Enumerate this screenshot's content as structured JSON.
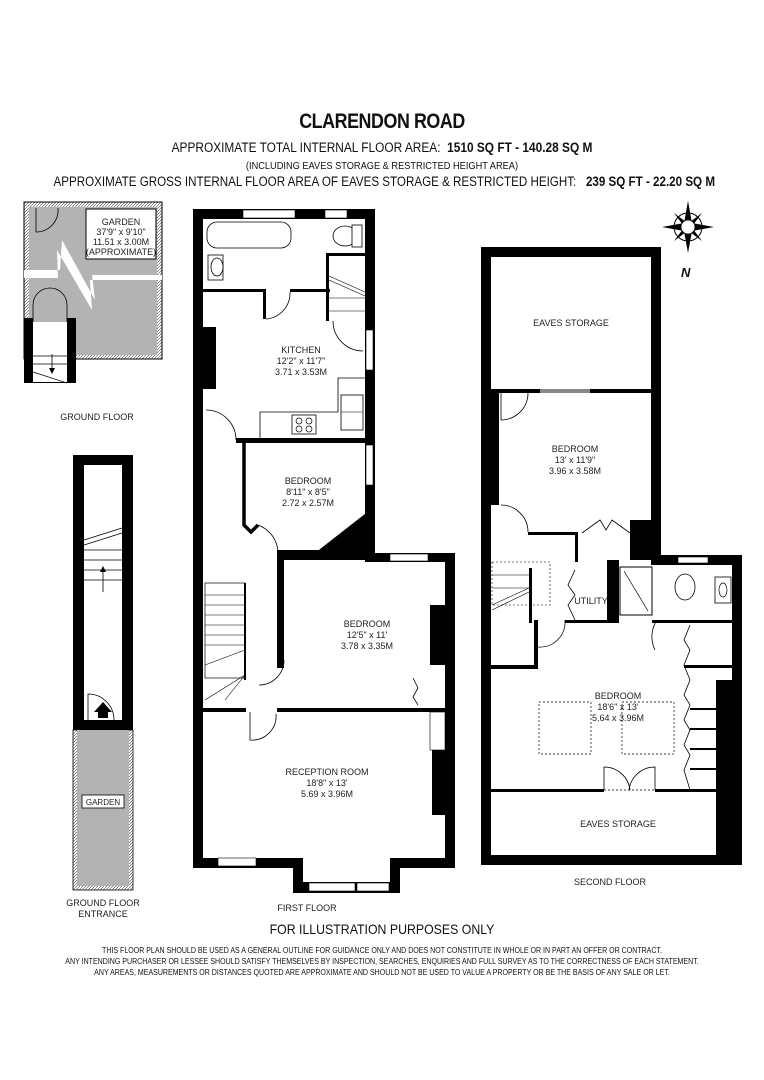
{
  "header": {
    "title": "CLARENDON ROAD",
    "total_area_label": "APPROXIMATE TOTAL INTERNAL FLOOR AREA:",
    "total_area_value": "1510 SQ FT  -  140.28 SQ M",
    "total_area_note": "(INCLUDING EAVES STORAGE & RESTRICTED HEIGHT AREA)",
    "eaves_area_label": "APPROXIMATE GROSS INTERNAL FLOOR AREA OF EAVES STORAGE & RESTRICTED HEIGHT:",
    "eaves_area_value": "239 SQ FT  -  22.20 SQ M"
  },
  "compass": {
    "label": "N"
  },
  "floors": {
    "ground_floor": {
      "label": "GROUND FLOOR",
      "rooms": [
        {
          "name": "GARDEN",
          "imperial": "37'9\" x 9'10\"",
          "metric": "11.51 x 3.00M",
          "note": "(APPROXIMATE)"
        }
      ]
    },
    "ground_floor_entrance": {
      "label_line1": "GROUND FLOOR",
      "label_line2": "ENTRANCE",
      "rooms": [
        {
          "name": "GARDEN"
        }
      ]
    },
    "first_floor": {
      "label": "FIRST FLOOR",
      "rooms": [
        {
          "name": "KITCHEN",
          "imperial": "12'2\" x 11'7\"",
          "metric": "3.71 x 3.53M"
        },
        {
          "name": "BEDROOM",
          "imperial": "8'11\" x 8'5\"",
          "metric": "2.72 x 2.57M"
        },
        {
          "name": "BEDROOM",
          "imperial": "12'5\" x 11'",
          "metric": "3.78 x 3.35M"
        },
        {
          "name": "RECEPTION ROOM",
          "imperial": "18'8\" x 13'",
          "metric": "5.69 x 3.96M"
        }
      ]
    },
    "second_floor": {
      "label": "SECOND FLOOR",
      "rooms": [
        {
          "name": "EAVES STORAGE"
        },
        {
          "name": "BEDROOM",
          "imperial": "13' x 11'9\"",
          "metric": "3.96 x 3.58M"
        },
        {
          "name": "UTILITY"
        },
        {
          "name": "BEDROOM",
          "imperial": "18'6\" x 13'",
          "metric": "5.64 x 3.96M"
        },
        {
          "name": "EAVES STORAGE"
        }
      ]
    }
  },
  "footer": {
    "illustration_note": "FOR ILLUSTRATION PURPOSES ONLY",
    "disclaimer": [
      "THIS FLOOR PLAN SHOULD BE USED AS A GENERAL OUTLINE FOR GUIDANCE ONLY AND DOES NOT CONSTITUTE IN WHOLE OR IN PART AN OFFER OR CONTRACT.",
      "ANY INTENDING PURCHASER OR LESSEE SHOULD SATISFY THEMSELVES BY INSPECTION, SEARCHES, ENQUIRIES AND FULL SURVEY AS TO THE CORRECTNESS OF EACH STATEMENT.",
      "ANY AREAS, MEASUREMENTS OR DISTANCES QUOTED ARE APPROXIMATE AND SHOULD NOT BE USED TO VALUE A PROPERTY OR BE THE BASIS OF ANY SALE OR LET."
    ]
  },
  "colors": {
    "wall": "#000000",
    "garden_fill": "#b3b3b3",
    "background": "#ffffff"
  }
}
